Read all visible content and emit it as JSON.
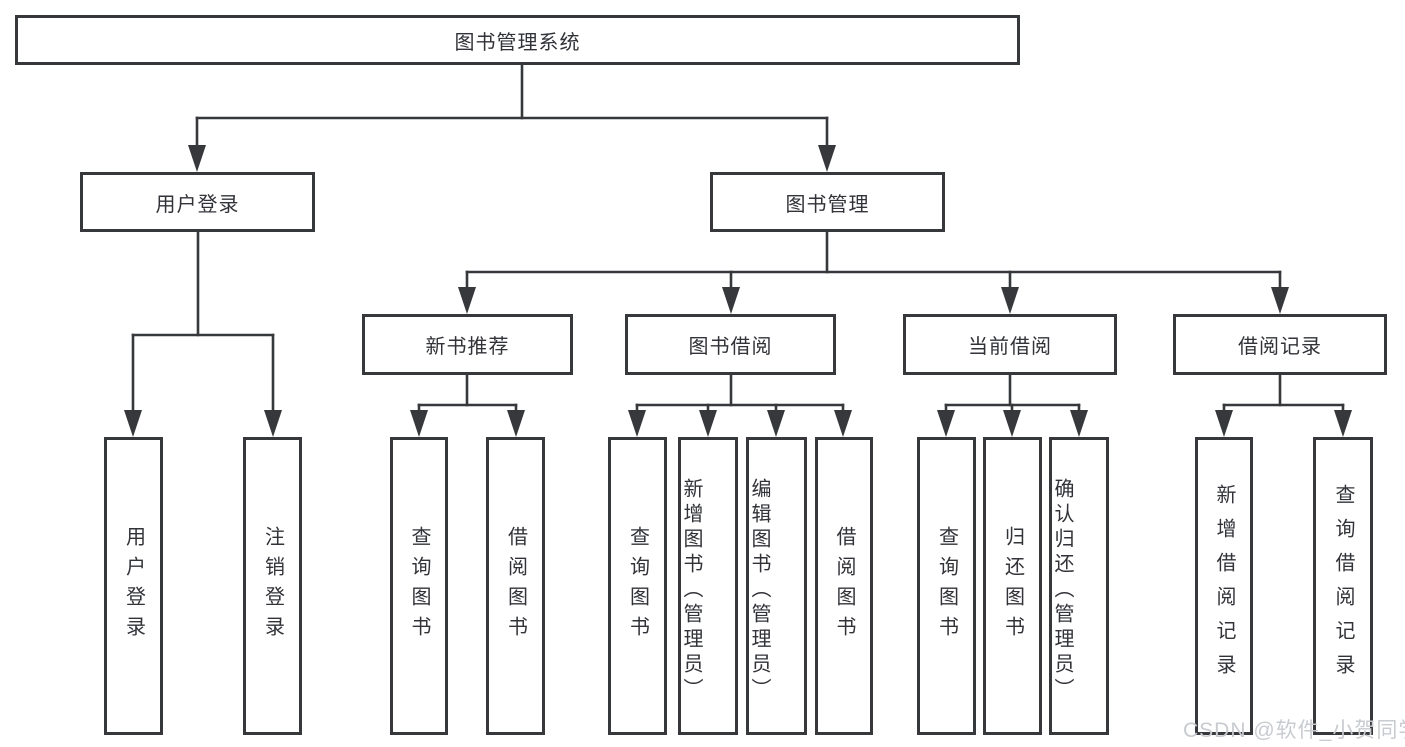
{
  "palette": {
    "line": "#37383c",
    "text": "#323338",
    "background": "#ffffff",
    "watermark_color": "#c8cbd0"
  },
  "tree": {
    "root": {
      "label": "图书管理系统"
    },
    "login": {
      "label": "用户登录",
      "children": [
        {
          "label": "用户登录"
        },
        {
          "label": "注销登录"
        }
      ]
    },
    "management": {
      "label": "图书管理",
      "sections": [
        {
          "label": "新书推荐",
          "children": [
            {
              "label": "查询图书"
            },
            {
              "label": "借阅图书"
            }
          ]
        },
        {
          "label": "图书借阅",
          "children": [
            {
              "label": "查询图书"
            },
            {
              "label": "新增图书（管理员）"
            },
            {
              "label": "编辑图书（管理员）"
            },
            {
              "label": "借阅图书"
            }
          ]
        },
        {
          "label": "当前借阅",
          "children": [
            {
              "label": "查询图书"
            },
            {
              "label": "归还图书"
            },
            {
              "label": "确认归还（管理员）"
            }
          ]
        },
        {
          "label": "借阅记录",
          "children": [
            {
              "label": "新增借阅记录"
            },
            {
              "label": "查询借阅记录"
            }
          ]
        }
      ]
    }
  },
  "watermark": {
    "text": "CSDN @软件_小贺同学"
  }
}
